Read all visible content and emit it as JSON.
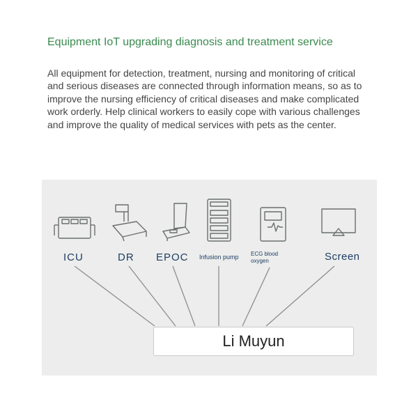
{
  "header": {
    "title": "Equipment IoT upgrading diagnosis and treatment service",
    "description": "All equipment for detection, treatment, nursing and monitoring of critical and serious diseases are connected through information means, so as to improve the nursing efficiency of critical diseases and make complicated work orderly. Help clinical workers to easily cope with various challenges and improve the quality of medical services with pets as the center."
  },
  "diagram": {
    "hub_label": "Li Muyun",
    "devices": [
      {
        "label": "ICU",
        "icon": "icu-monitor-icon"
      },
      {
        "label": "DR",
        "icon": "dr-xray-icon"
      },
      {
        "label": "EPOC",
        "icon": "epoc-analyzer-icon"
      },
      {
        "label": "Infusion pump",
        "icon": "infusion-pump-icon"
      },
      {
        "label": "ECG blood oxygen",
        "icon": "ecg-monitor-icon"
      },
      {
        "label": "Screen",
        "icon": "screen-icon"
      }
    ]
  },
  "colors": {
    "title": "#3a8a4f",
    "panel_bg": "#ecedec",
    "label": "#1f3d63",
    "line": "#8a8f8d",
    "icon_stroke": "#6b6f6e"
  }
}
